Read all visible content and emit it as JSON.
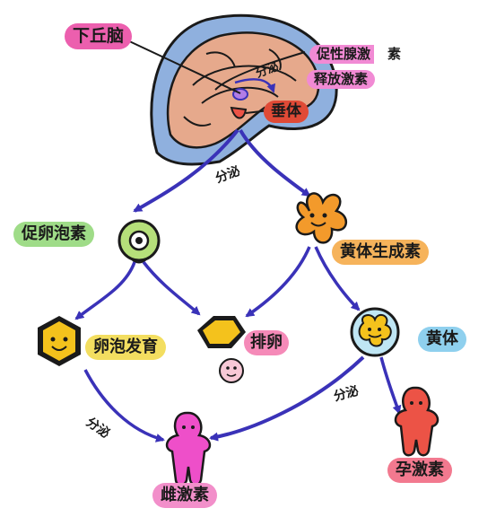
{
  "labels": {
    "hypothalamus": "下丘脑",
    "gnrh_line1": "促性腺激",
    "gnrh_line1_end": "素",
    "gnrh_line2": "释放激素",
    "secrete_top": "分泌",
    "pituitary": "垂体",
    "secrete_mid": "分泌",
    "fsh": "促卵泡素",
    "lh": "黄体生成素",
    "follicle_dev": "卵泡发育",
    "ovulation": "排卵",
    "corpus_luteum": "黄体",
    "secrete_left": "分泌",
    "secrete_right": "分泌",
    "estrogen": "雌激素",
    "progesterone": "孕激素"
  },
  "colors": {
    "arrow": "#3a32b8",
    "brain_outer": "#8fb0de",
    "brain": "#e6a98c",
    "hypothalamus_pill": "#ec5fae",
    "gnrh_pill": "#f18ad4",
    "pituitary_pill": "#e04a36",
    "fsh_pill": "#9fdc88",
    "lh_pill": "#f6b35b",
    "follicle_pill": "#f3de60",
    "ovulation_pill": "#f58ab8",
    "corpus_luteum_pill": "#8fd0ee",
    "estrogen_pill": "#f28fca",
    "progesterone_pill": "#f2798f",
    "estrogen_figure": "#ee4fc9",
    "progesterone_figure": "#ec5346",
    "hexagon": "#f4c21c"
  }
}
